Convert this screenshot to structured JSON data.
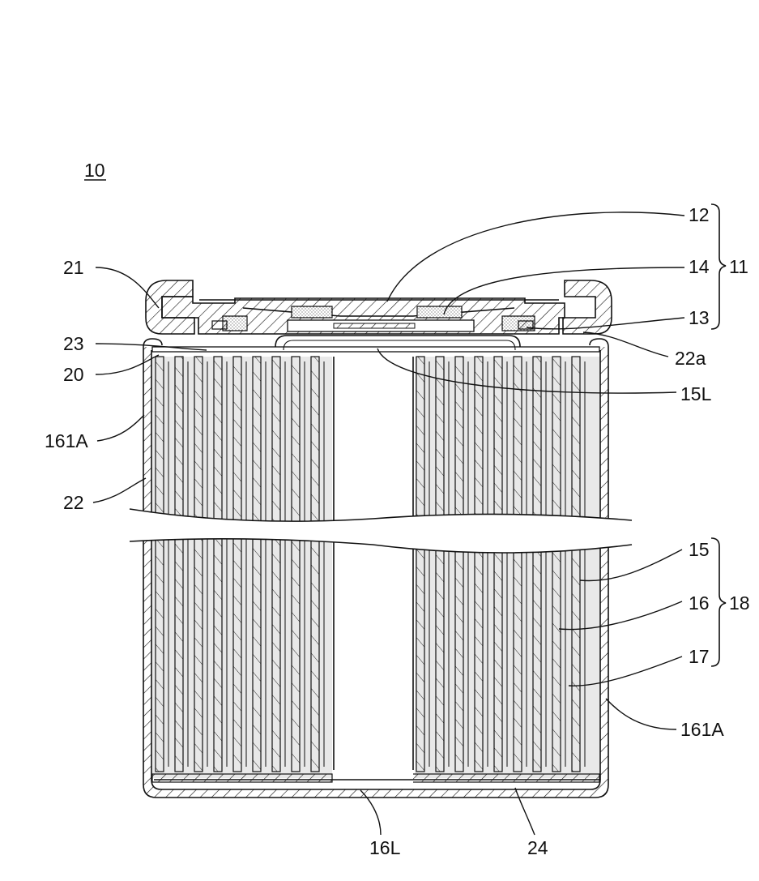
{
  "figure": {
    "ref_main": "10",
    "labels": {
      "l12": "12",
      "l14": "14",
      "l11": "11",
      "l13": "13",
      "l21": "21",
      "l23": "23",
      "l22a": "22a",
      "l20": "20",
      "l15L": "15L",
      "l161A_left": "161A",
      "l22": "22",
      "l15": "15",
      "l16": "16",
      "l18": "18",
      "l17": "17",
      "l161A_right": "161A",
      "l16L": "16L",
      "l24": "24"
    }
  }
}
